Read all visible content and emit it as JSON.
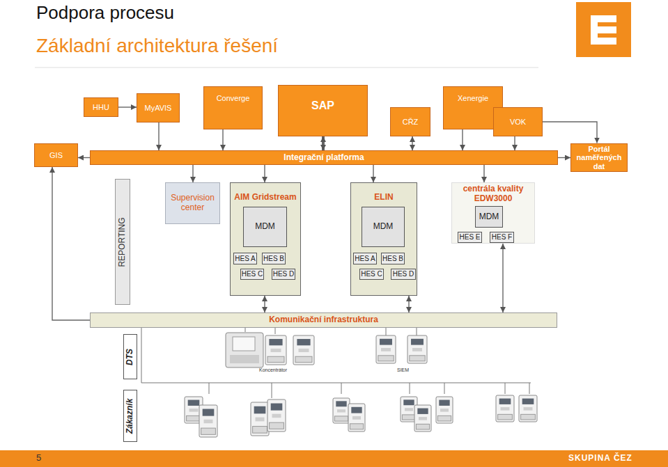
{
  "diagram": {
    "title": "Podpora procesu",
    "nodes": [
      {
        "text": [
          "HHU"
        ]
      },
      {
        "text": [
          "MyAVIS"
        ]
      },
      {
        "text": [
          "Converge"
        ]
      },
      {
        "text": [
          "SAP"
        ]
      },
      {
        "text": [
          "CŘZ"
        ]
      },
      {
        "text": [
          "Xenergie"
        ]
      },
      {
        "text": [
          "VOK"
        ]
      },
      {
        "text": [
          "GIS"
        ]
      },
      {
        "text": [
          "Integrační platforma"
        ]
      },
      {
        "text": [
          "Portál naměřených dat"
        ]
      },
      {
        "text": [
          "REPORTING"
        ]
      },
      {
        "text": [
          "Supervision center"
        ]
      },
      {
        "text": [
          "AIM Gridstream"
        ]
      },
      {
        "text": [
          "MDM"
        ],
        "in": 12
      },
      {
        "text": [
          "HES A"
        ],
        "in": 12
      },
      {
        "text": [
          "HES B"
        ],
        "in": 12
      },
      {
        "text": [
          "HES C"
        ],
        "in": 12
      },
      {
        "text": [
          "HES D"
        ],
        "in": 12
      },
      {
        "text": [
          "ELIN"
        ]
      },
      {
        "text": [
          "MDM"
        ],
        "in": 18
      },
      {
        "text": [
          "HES A"
        ],
        "in": 18
      },
      {
        "text": [
          "HES B"
        ],
        "in": 18
      },
      {
        "text": [
          "HES C"
        ],
        "in": 18
      },
      {
        "text": [
          "HES D"
        ],
        "in": 18
      },
      {
        "text": [
          "centrála kvality EDW3000"
        ]
      },
      {
        "text": [
          "MDM"
        ],
        "in": 24
      },
      {
        "text": [
          "HES E"
        ],
        "in": 24
      },
      {
        "text": [
          "HES F"
        ],
        "in": 24
      },
      {
        "text": [
          "Komunikační infrastruktura"
        ]
      },
      {
        "text": [
          "DTS"
        ]
      },
      {
        "text": [
          "Zákazník"
        ]
      }
    ],
    "edges": [
      {
        "from": 0,
        "to": 1,
        "arrow": "to"
      },
      {
        "from": 1,
        "to": 8,
        "arrow": "to"
      },
      {
        "from": 2,
        "to": 8,
        "arrow": "to"
      },
      {
        "from": 3,
        "to": 8,
        "arrow": "both"
      },
      {
        "from": 4,
        "to": 8,
        "arrow": "both"
      },
      {
        "from": 5,
        "to": 8,
        "arrow": "to"
      },
      {
        "from": 6,
        "to": 8,
        "arrow": "to"
      },
      {
        "from": 6,
        "to": 9,
        "arrow": "to"
      },
      {
        "from": 8,
        "to": 7,
        "arrow": "to"
      },
      {
        "from": 8,
        "to": 9,
        "arrow": "to"
      },
      {
        "from": 8,
        "to": 11,
        "arrow": "to"
      },
      {
        "from": 8,
        "to": 12,
        "arrow": "to"
      },
      {
        "from": 8,
        "to": 18,
        "arrow": "to"
      },
      {
        "from": 8,
        "to": 24,
        "arrow": "to"
      },
      {
        "from": 12,
        "to": 28,
        "arrow": "both"
      },
      {
        "from": 18,
        "to": 28,
        "arrow": "both"
      },
      {
        "from": 24,
        "to": 28,
        "arrow": "both"
      },
      {
        "from": 28,
        "to": 7,
        "arrow": "to"
      }
    ],
    "labels": [
      "Základní architektura řešení",
      "Koncentrátor",
      "SIEM",
      "5",
      "SKUPINA ČEZ"
    ]
  }
}
